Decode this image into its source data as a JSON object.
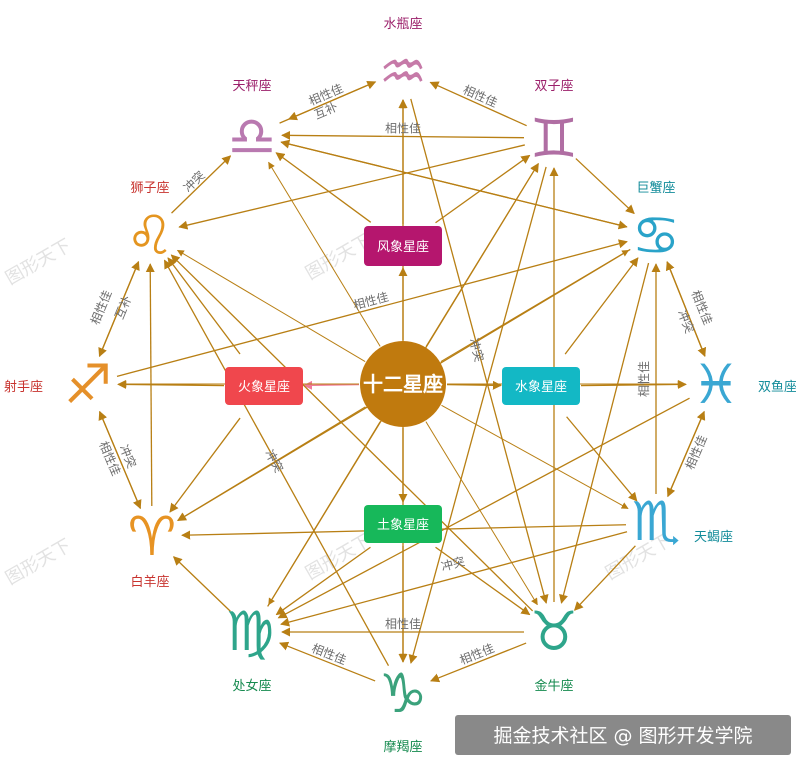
{
  "center": {
    "label": "十二星座",
    "color": "#c07a0e"
  },
  "elements": [
    {
      "id": "air",
      "label": "风象星座",
      "color": "#b5166e"
    },
    {
      "id": "fire",
      "label": "火象星座",
      "color": "#f0474d"
    },
    {
      "id": "water",
      "label": "水象星座",
      "color": "#13b8c5"
    },
    {
      "id": "earth",
      "label": "土象星座",
      "color": "#17b85a"
    }
  ],
  "signs": [
    {
      "id": "aquarius",
      "label": "水瓶座",
      "glyph": "♒",
      "color": "#9b1f6a",
      "icon_color": "#c67aa8"
    },
    {
      "id": "gemini",
      "label": "双子座",
      "glyph": "♊",
      "color": "#9b1f6a",
      "icon_color": "#b06ea3"
    },
    {
      "id": "libra",
      "label": "天秤座",
      "glyph": "♎",
      "color": "#9b1f6a",
      "icon_color": "#b979b0"
    },
    {
      "id": "cancer",
      "label": "巨蟹座",
      "glyph": "♋",
      "color": "#138c9a",
      "icon_color": "#2aa3c9"
    },
    {
      "id": "leo",
      "label": "狮子座",
      "glyph": "♌",
      "color": "#c8342f",
      "icon_color": "#e49520"
    },
    {
      "id": "pisces",
      "label": "双鱼座",
      "glyph": "♓",
      "color": "#138c9a",
      "icon_color": "#3aa7d3"
    },
    {
      "id": "sagittarius",
      "label": "射手座",
      "glyph": "♐",
      "color": "#c8342f",
      "icon_color": "#e5902a"
    },
    {
      "id": "scorpio",
      "label": "天蝎座",
      "glyph": "♏",
      "color": "#138c9a",
      "icon_color": "#3aa7d3"
    },
    {
      "id": "aries",
      "label": "白羊座",
      "glyph": "♈",
      "color": "#c8342f",
      "icon_color": "#e79323"
    },
    {
      "id": "virgo",
      "label": "处女座",
      "glyph": "♍",
      "color": "#168a4f",
      "icon_color": "#2ea58b"
    },
    {
      "id": "taurus",
      "label": "金牛座",
      "glyph": "♉",
      "color": "#168a4f",
      "icon_color": "#2ea58b"
    },
    {
      "id": "capricorn",
      "label": "摩羯座",
      "glyph": "♑",
      "color": "#168a4f",
      "icon_color": "#3ba27c"
    }
  ],
  "edge_labels": {
    "compatible": "相性佳",
    "conflict": "冲突",
    "complementary": "互补"
  },
  "watermark": "图形天下",
  "credit": "掘金技术社区 @ 图形开发学院",
  "link_color": "#b87f14",
  "fire_link_color": "#f07a9a"
}
